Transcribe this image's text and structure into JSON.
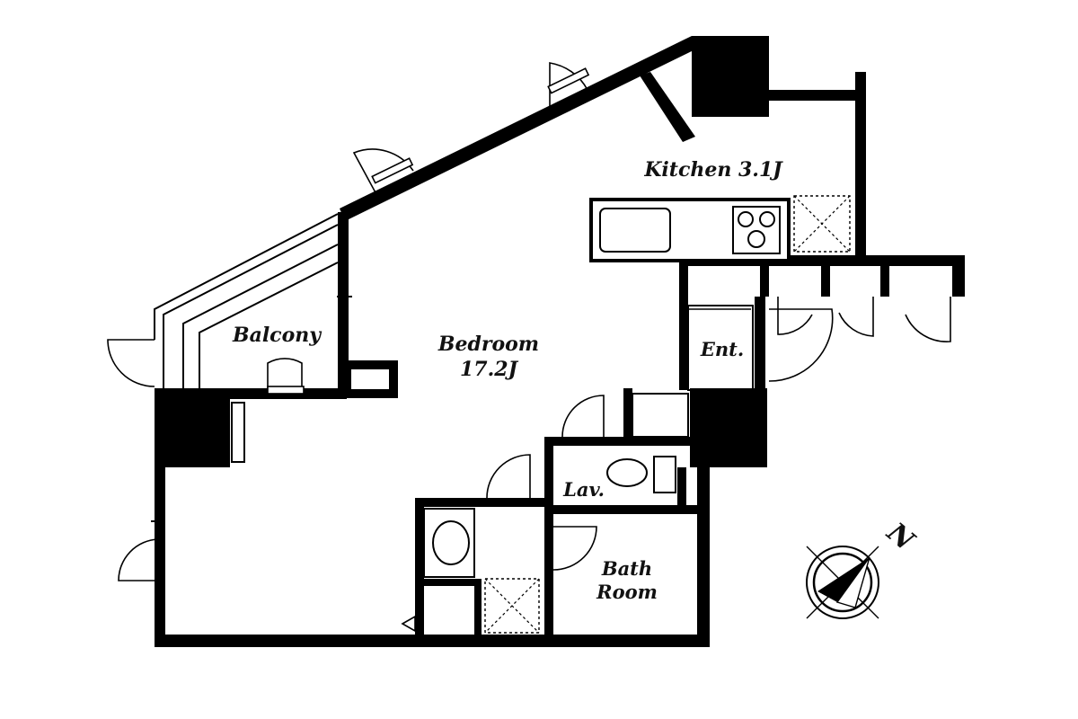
{
  "rooms": {
    "kitchen": "Kitchen 3.1J",
    "balcony": "Balcony",
    "bedroom_line1": "Bedroom",
    "bedroom_line2": "17.2J",
    "entrance": "Ent.",
    "lavatory": "Lav.",
    "bath_line1": "Bath",
    "bath_line2": "Room"
  },
  "compass": {
    "north_label": "N"
  },
  "colors": {
    "wall": "#000000",
    "background": "#ffffff"
  }
}
